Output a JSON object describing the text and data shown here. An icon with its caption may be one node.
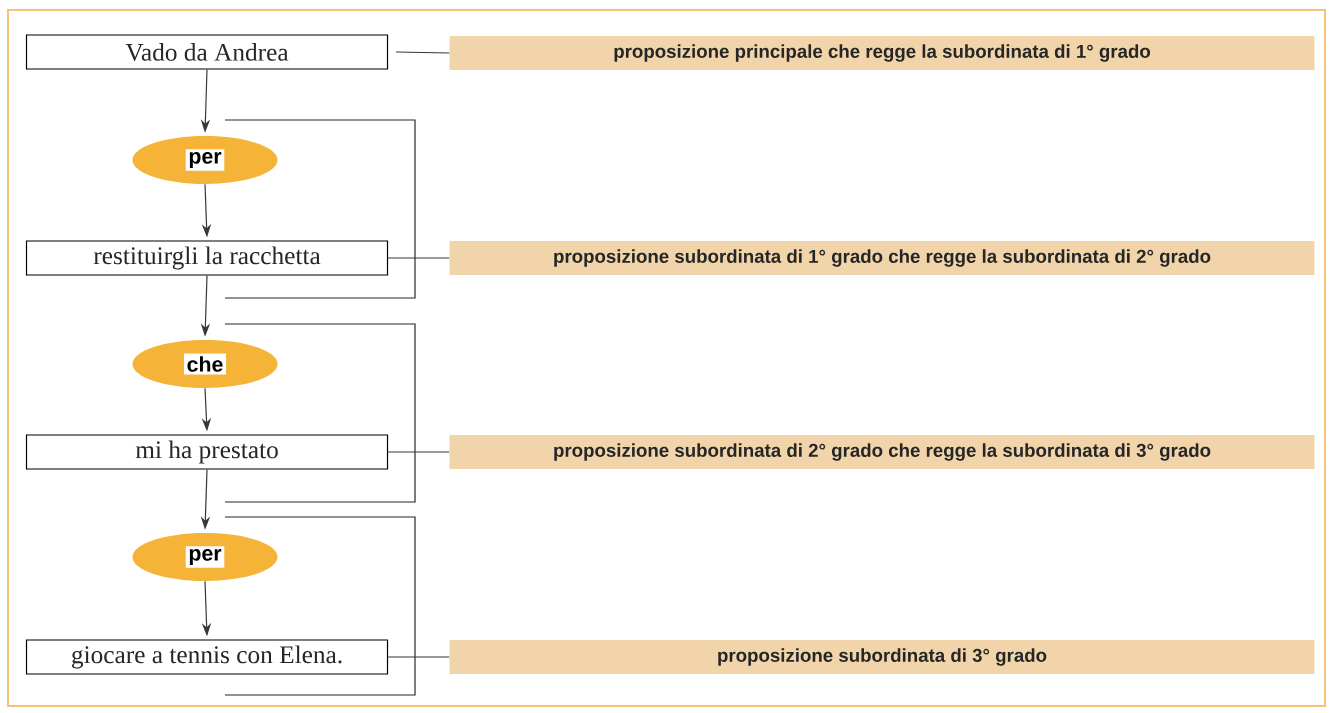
{
  "diagram": {
    "nodes": [
      {
        "text": [
          "Vado da Andrea"
        ]
      },
      {
        "text": [
          "proposizione principale che regge la subordinata di 1° grado"
        ]
      },
      {
        "text": [
          "per"
        ]
      },
      {
        "text": [
          "restituirgli la racchetta"
        ]
      },
      {
        "text": [
          "proposizione subordinata di 1° grado che regge la subordinata di 2° grado"
        ]
      },
      {
        "text": [
          "che"
        ]
      },
      {
        "text": [
          "mi ha prestato"
        ]
      },
      {
        "text": [
          "proposizione subordinata di 2° grado che regge la subordinata di 3° grado"
        ]
      },
      {
        "text": [
          "per"
        ]
      },
      {
        "text": [
          "giocare a tennis con Elena."
        ]
      },
      {
        "text": [
          "proposizione subordinata di 3° grado"
        ]
      }
    ],
    "edges": [
      {
        "from": 0,
        "to": 2,
        "arrow": "to"
      },
      {
        "from": 2,
        "to": 3,
        "arrow": "to"
      },
      {
        "from": 3,
        "to": 5,
        "arrow": "to"
      },
      {
        "from": 5,
        "to": 6,
        "arrow": "to"
      },
      {
        "from": 6,
        "to": 8,
        "arrow": "to"
      },
      {
        "from": 8,
        "to": 9,
        "arrow": "to"
      },
      {
        "from": 0,
        "to": 1,
        "arrow": "none"
      },
      {
        "from": 3,
        "to": 4,
        "arrow": "none"
      },
      {
        "from": 6,
        "to": 7,
        "arrow": "none"
      },
      {
        "from": 9,
        "to": 10,
        "arrow": "none"
      }
    ]
  }
}
